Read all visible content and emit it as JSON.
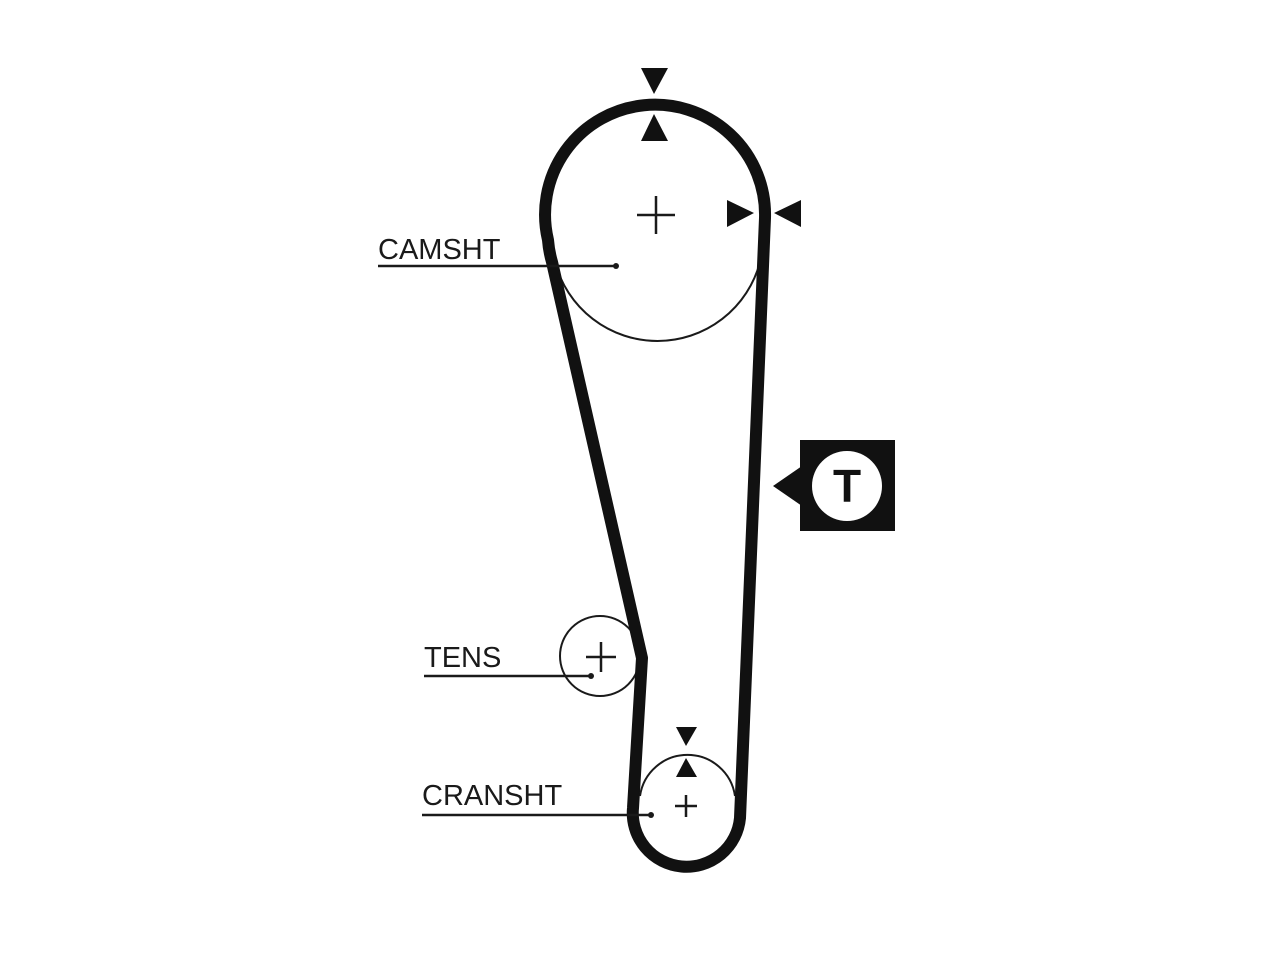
{
  "labels": {
    "camshaft": "CAMSHT",
    "tensioner": "TENS",
    "crankshaft": "CRANSHT"
  },
  "tension_marker": "T",
  "colors": {
    "belt": "#111111",
    "background": "#ffffff",
    "pulley_outline": "#1a1a1a"
  },
  "icons": {
    "pulley_center": "plus-crosshair",
    "timing_mark": "triangle-arrow",
    "tension_badge": "circled-letter-in-square"
  }
}
